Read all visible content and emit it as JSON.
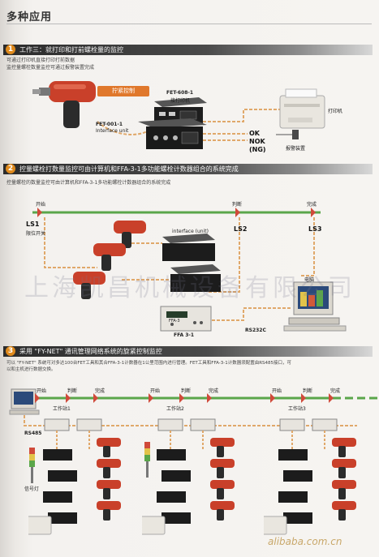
{
  "page_title": "多种应用",
  "section1": {
    "number": "1",
    "title": "工作三：就打印和打前螺栓量的监控",
    "desc1": "可通过打印机直接打印打前数据",
    "desc2": "监控量螺栓数量监控可通过报警装置完成",
    "tag": "拧紧控制",
    "fet_608_label": "FET-608-1",
    "fet_608_sub": "接打印机",
    "fet_001_label": "FET-001-1",
    "fet_001_sub": "Interface unit",
    "printer_label": "打印机",
    "ok_label": "OK",
    "nok_label": "NOK",
    "ng_label": "(NG)",
    "alarm_label": "报警装置"
  },
  "section2": {
    "number": "2",
    "title": "控量螺栓打数量监控可由计算机和FFA-3-1多功能螺栓计数器组合的系统完成",
    "desc1": "控量螺栓的数量监控可由计算机和FFA-3-1多功能螺栓计数器组合的系统完成",
    "start_label": "开始",
    "judge_label": "判断",
    "finish_label": "完成",
    "ls1": "LS1",
    "ls1_sub": "限位开关",
    "ls2": "LS2",
    "ls3": "LS3",
    "interface_label": "interface (unit)",
    "computer_label": "电脑",
    "ffa_label": "FFA 3-1",
    "ffa_panel": "FFA-3",
    "rs232c": "RS232C"
  },
  "watermark": "上海凯昌机械设备有限公司",
  "section3": {
    "number": "3",
    "title": "采用 \"FY-NET\" 通讯管理网络系统的旋紧控制监控",
    "desc1": "可以 \"FY-NET\" 系统可对多达100台FET工具和其合FFA-3-1计数器在1公里范围内进行管理。FET工具和FFA-3-1计数器须配置由RS485接口，可",
    "desc2": "以和主机进行数据交换。",
    "rs485": "RS485",
    "signal_label": "信号灯",
    "stations": [
      {
        "start": "开始",
        "judge": "判断",
        "finish": "完成",
        "name": "工作站1"
      },
      {
        "start": "开始",
        "judge": "判断",
        "finish": "完成",
        "name": "工作站2"
      },
      {
        "start": "开始",
        "judge": "判断",
        "finish": "完成",
        "name": "工作站3"
      }
    ]
  },
  "alibaba": "alibaba.com.cn",
  "colors": {
    "accent": "#e08a1c",
    "line": "#5aa64a",
    "tool": "#d0442a",
    "dashed": "#e0a86a"
  }
}
